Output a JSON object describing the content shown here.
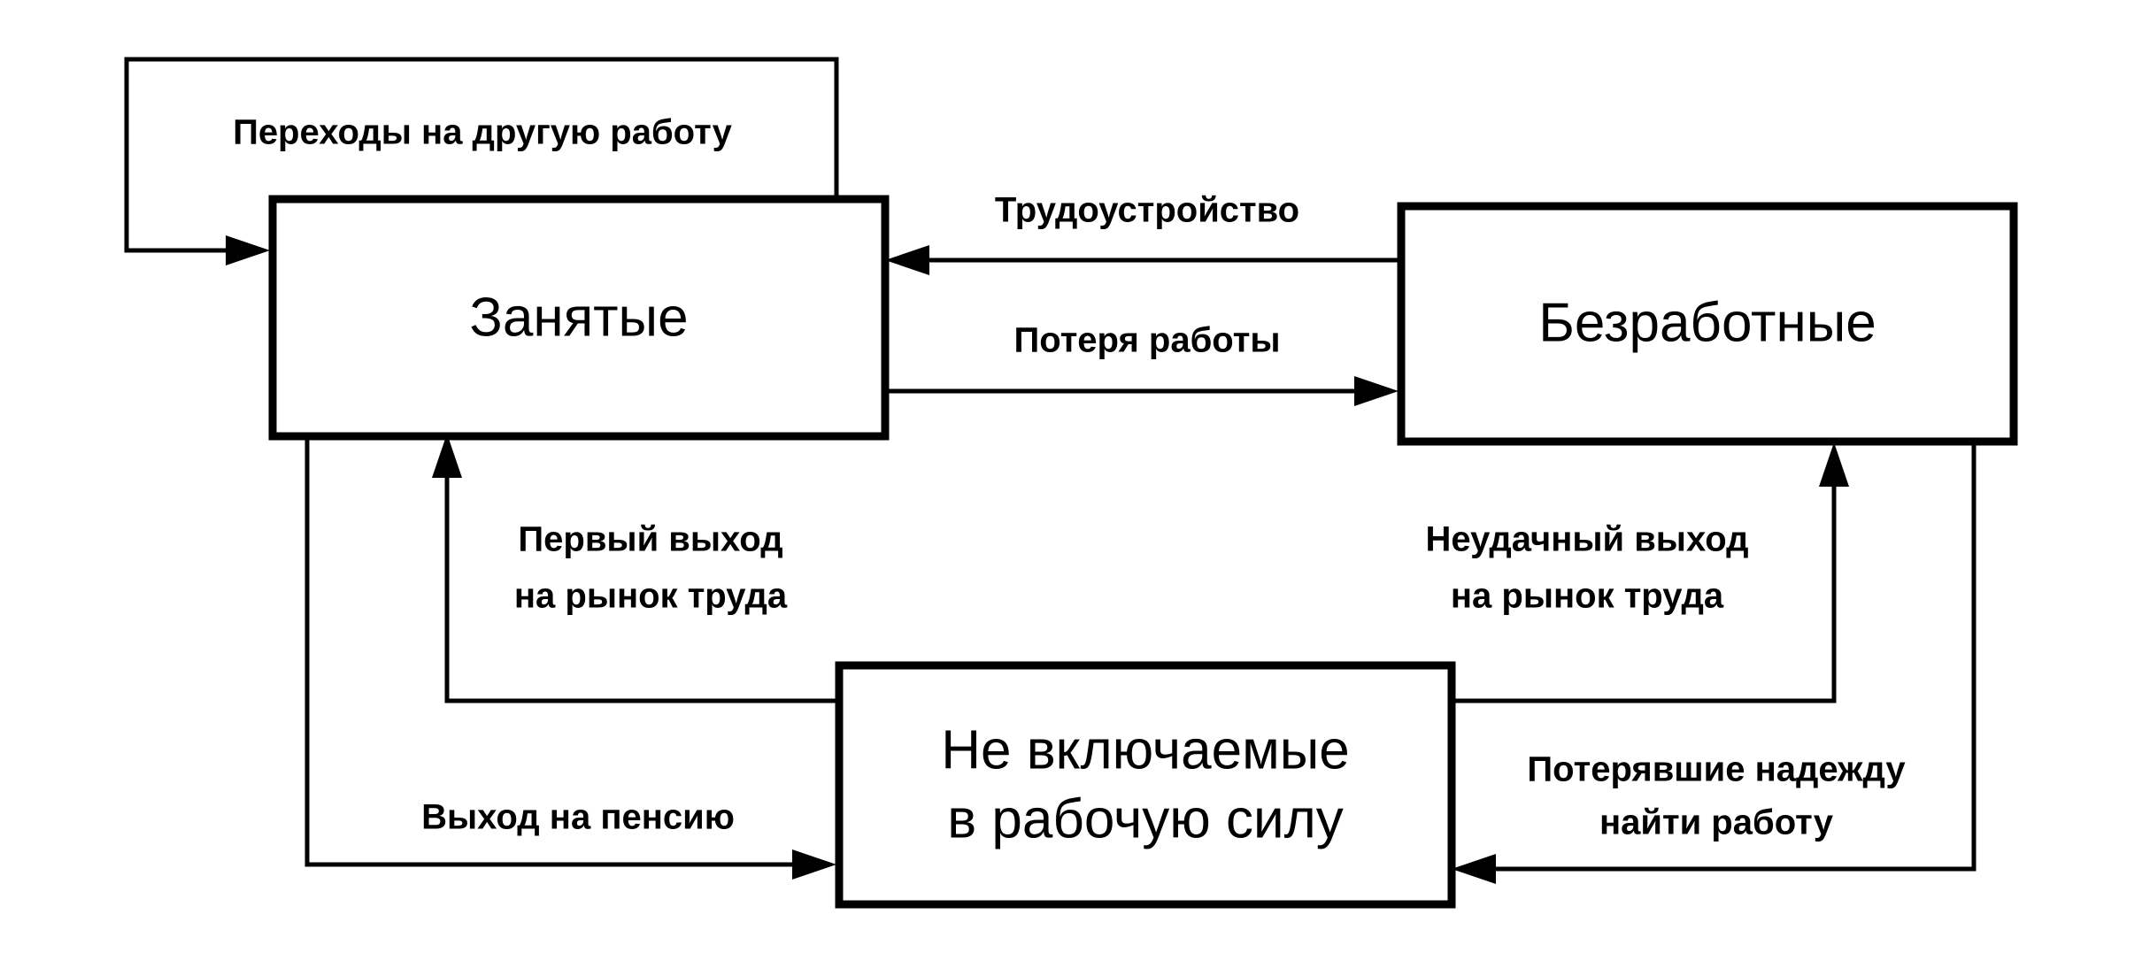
{
  "nodes": {
    "employed": {
      "label": "Занятые"
    },
    "unemployed": {
      "label": "Безработные"
    },
    "not_in_labor_force": {
      "line1": "Не включаемые",
      "line2": "в рабочую силу"
    }
  },
  "edges": {
    "job_change": {
      "label": "Переходы на другую работу"
    },
    "employment": {
      "label": "Трудоустройство"
    },
    "job_loss": {
      "label": "Потеря работы"
    },
    "first_entry": {
      "line1": "Первый выход",
      "line2": "на рынок труда"
    },
    "failed_entry": {
      "line1": "Неудачный выход",
      "line2": "на рынок труда"
    },
    "retirement": {
      "label": "Выход на пенсию"
    },
    "discouraged": {
      "line1": "Потерявшие надежду",
      "line2": "найти работу"
    }
  }
}
